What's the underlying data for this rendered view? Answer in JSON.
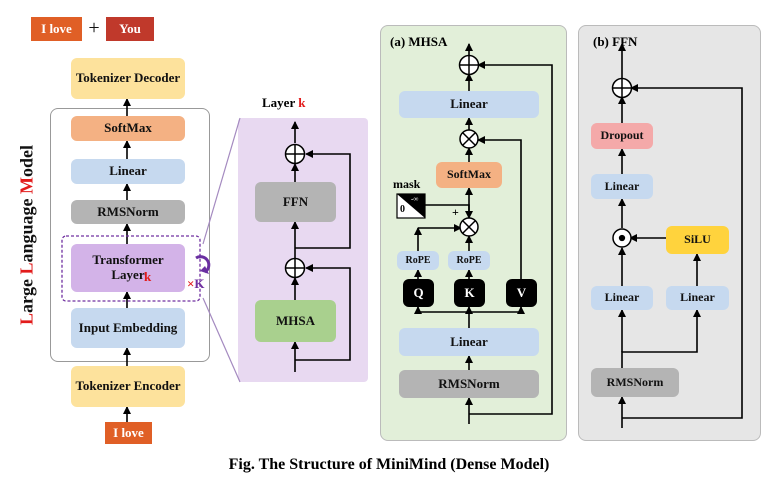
{
  "caption": "Fig. The Structure of MiniMind (Dense Model)",
  "llm": {
    "side_title_parts": [
      "L",
      "arge ",
      "L",
      "anguage ",
      "M",
      "odel"
    ],
    "output_left": "I love",
    "plus": "+",
    "output_right": "You",
    "tokenizer_decoder": "Tokenizer Decoder",
    "softmax": "SoftMax",
    "linear": "Linear",
    "rmsnorm": "RMSNorm",
    "transformer_layer": "Transformer Layer",
    "layer_k": "k",
    "repeat_x": "×",
    "repeat_k": "K",
    "input_embedding": "Input Embedding",
    "tokenizer_encoder": "Tokenizer Encoder",
    "input_text": "I love"
  },
  "layer": {
    "title": "Layer",
    "title_k": "k",
    "ffn": "FFN",
    "mhsa": "MHSA"
  },
  "mhsa": {
    "title": "(a) MHSA",
    "linear_top": "Linear",
    "softmax": "SoftMax",
    "mask_label": "mask",
    "mask_zero": "0",
    "mask_neg_inf": "-∞",
    "plus_sign": "+",
    "rope_q": "RoPE",
    "rope_k": "RoPE",
    "q": "Q",
    "k": "K",
    "v": "V",
    "linear_bottom": "Linear",
    "rmsnorm": "RMSNorm"
  },
  "ffn": {
    "title": "(b) FFN",
    "dropout": "Dropout",
    "linear_top": "Linear",
    "silu": "SiLU",
    "linear_left": "Linear",
    "linear_right": "Linear",
    "rmsnorm": "RMSNorm"
  }
}
